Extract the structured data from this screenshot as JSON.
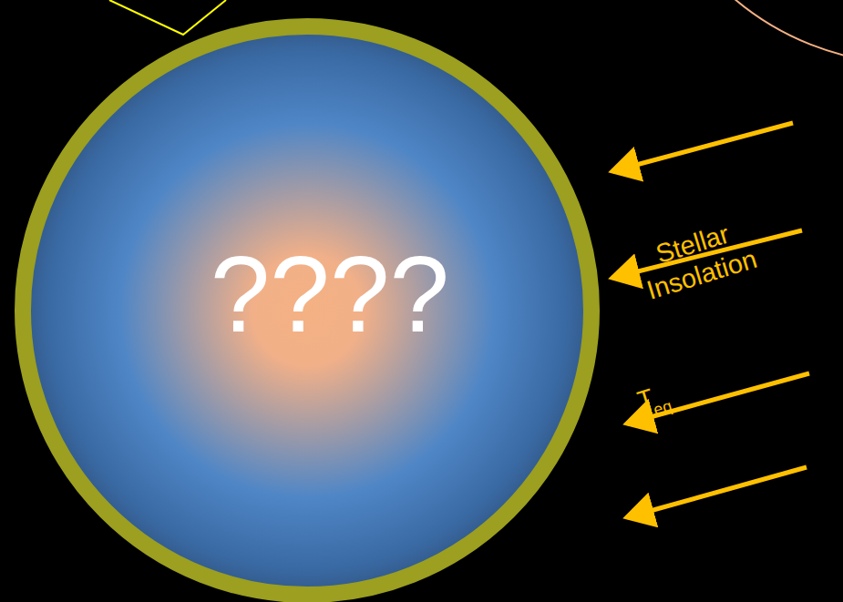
{
  "diagram": {
    "nodes": [
      {
        "text": [
          "????"
        ]
      }
    ],
    "labels": [
      "Stellar Insolation",
      "T",
      "eq"
    ]
  }
}
